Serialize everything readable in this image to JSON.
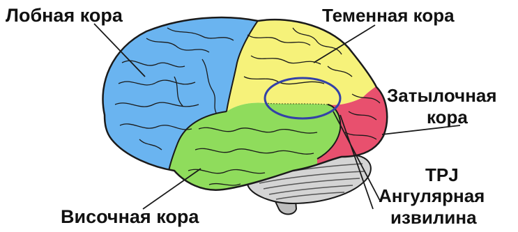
{
  "labels": {
    "frontal": "Лобная кора",
    "parietal": "Теменная кора",
    "occipital_line1": "Затылочная",
    "occipital_line2": "кора",
    "temporal": "Височная кора",
    "tpj": "TPJ",
    "angular_line1": "Ангулярная",
    "angular_line2": "извилина"
  },
  "colors": {
    "frontal": "#6ab4f0",
    "parietal": "#f6f27a",
    "temporal": "#8fdc5c",
    "occipital": "#e8506e",
    "cerebellum": "#d4d4d4",
    "brainstem": "#bdbdbd",
    "outline": "#1a1a1a",
    "tpj_ellipse": "#3341a8"
  }
}
